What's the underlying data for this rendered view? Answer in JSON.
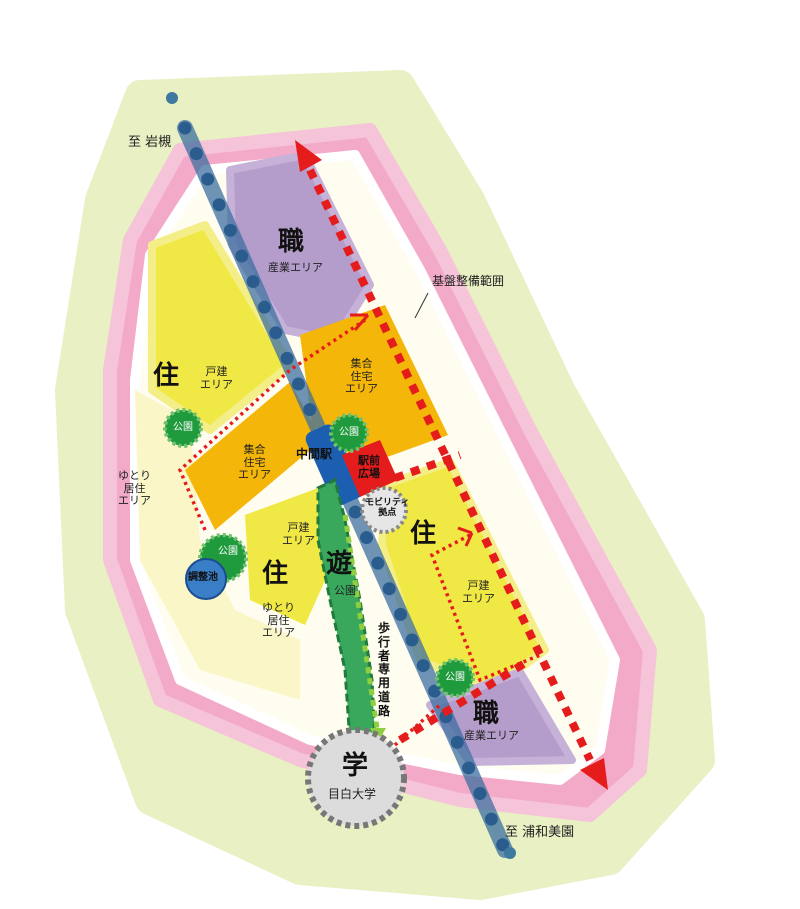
{
  "title": "基盤整備範囲 土地利用構想図",
  "colors": {
    "outer": "#e8f0c4",
    "pink": "#f3aac8",
    "industry": "#b49ccb",
    "detached": "#f0e844",
    "collective": "#f5b60a",
    "yutori": "#fbf6d0",
    "park": "#1f9a3c",
    "rail": "#3e6fa0",
    "arrow": "#e51c1c",
    "plaza": "#e51c1c",
    "station": "#1c5fb0"
  },
  "labels": {
    "to_iwatsuki": "至 岩槻",
    "to_urawamisono": "至 浦和美園",
    "boundary": "基盤整備範囲",
    "work_north": {
      "kanji": "職",
      "text": "産業エリア"
    },
    "work_south": {
      "kanji": "職",
      "text": "産業エリア"
    },
    "live_west": {
      "kanji": "住",
      "text": "戸建\nエリア"
    },
    "collective_east": "集合\n住宅\nエリア",
    "collective_west": "集合\n住宅\nエリア",
    "yutori_west": "ゆとり\n居住\nエリア",
    "yutori_center": "ゆとり\n居住\nエリア",
    "detached_center": "戸建\nエリア",
    "live_center": "住",
    "live_east": {
      "kanji": "住",
      "text": "戸建\nエリア"
    },
    "play": {
      "kanji": "遊",
      "text": "公園"
    },
    "station": "中間駅",
    "plaza": "駅前\n広場",
    "mobility": "モビリティ\n拠点",
    "pond": "調整池",
    "parks": [
      "公園",
      "公園",
      "公園",
      "公園"
    ],
    "pedestrian": "歩\n行\n者\n専\n用\n道\n路",
    "school": {
      "kanji": "学",
      "text": "目白大学"
    }
  }
}
